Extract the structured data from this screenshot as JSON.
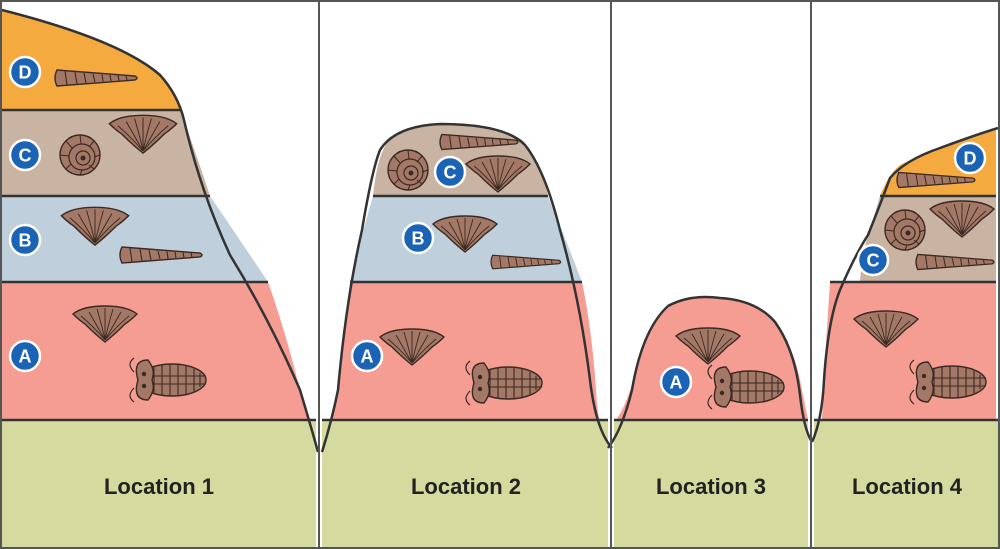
{
  "colors": {
    "layer_A": "#f59c93",
    "layer_B": "#bfcfdc",
    "layer_C": "#c9b3a2",
    "layer_D": "#f4aa3f",
    "ground": "#d5da9e",
    "label_badge": "#1b63b5",
    "fossil_fill": "#a37866"
  },
  "locations": [
    {
      "label": "Location 1",
      "layers": [
        "A",
        "B",
        "C",
        "D"
      ]
    },
    {
      "label": "Location 2",
      "layers": [
        "A",
        "B",
        "C"
      ]
    },
    {
      "label": "Location 3",
      "layers": [
        "A"
      ]
    },
    {
      "label": "Location 4",
      "layers": [
        "A",
        "C",
        "D"
      ]
    }
  ],
  "fossils": {
    "A": [
      "brachiopod-icon",
      "trilobite-icon"
    ],
    "B": [
      "brachiopod-icon",
      "gastropod-icon"
    ],
    "C": [
      "ammonite-icon",
      "brachiopod-icon"
    ],
    "D": [
      "gastropod-icon"
    ]
  }
}
